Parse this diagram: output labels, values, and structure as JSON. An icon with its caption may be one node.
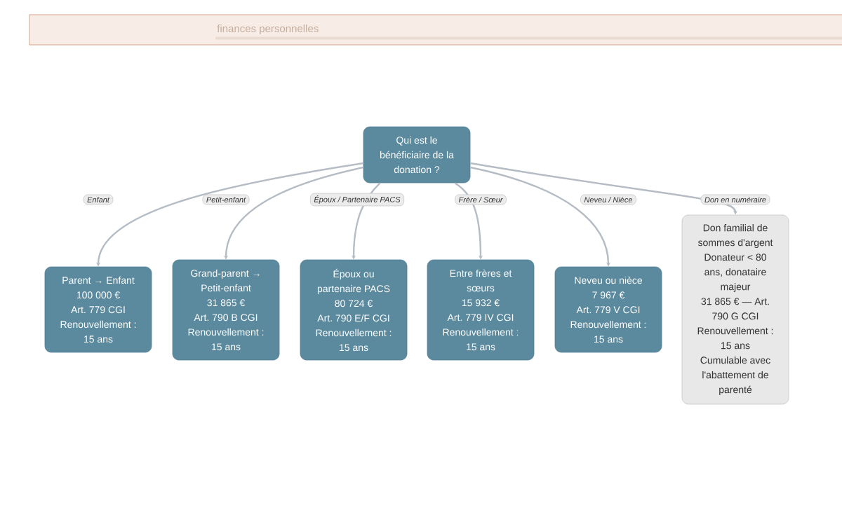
{
  "diagram": {
    "nodes": [
      {
        "text": [
          "Qui est le bénéficiaire de la donation ?"
        ]
      },
      {
        "text": [
          "Parent → Enfant",
          "100 000 €",
          "Art. 779 CGI",
          "Renouvellement : 15 ans"
        ]
      },
      {
        "text": [
          "Grand-parent → Petit-enfant",
          "31 865 €",
          "Art. 790 B CGI",
          "Renouvellement : 15 ans"
        ]
      },
      {
        "text": [
          "Époux ou partenaire PACS",
          "80 724 €",
          "Art. 790 E/F CGI",
          "Renouvellement : 15 ans"
        ]
      },
      {
        "text": [
          "Entre frères et sœurs",
          "15 932 €",
          "Art. 779 IV CGI",
          "Renouvellement : 15 ans"
        ]
      },
      {
        "text": [
          "Neveu ou nièce",
          "7 967 €",
          "Art. 779 V CGI",
          "Renouvellement : 15 ans"
        ]
      },
      {
        "text": [
          "Don familial de sommes d'argent",
          "Donateur < 80 ans, donataire majeur",
          "31 865 € — Art. 790 G CGI",
          "Renouvellement : 15 ans",
          "Cumulable avec l'abattement de parenté"
        ]
      }
    ],
    "edges": [
      {
        "from": 0,
        "to": 1,
        "arrow": "to",
        "label": "Enfant"
      },
      {
        "from": 0,
        "to": 2,
        "arrow": "to",
        "label": "Petit-enfant"
      },
      {
        "from": 0,
        "to": 3,
        "arrow": "to",
        "label": "Époux / Partenaire PACS"
      },
      {
        "from": 0,
        "to": 4,
        "arrow": "to",
        "label": "Frère / Sœur"
      },
      {
        "from": 0,
        "to": 5,
        "arrow": "to",
        "label": "Neveu / Nièce"
      },
      {
        "from": 0,
        "to": 6,
        "arrow": "to",
        "label": "Don en numéraire"
      }
    ],
    "labels": [
      "finances personnelles"
    ]
  }
}
